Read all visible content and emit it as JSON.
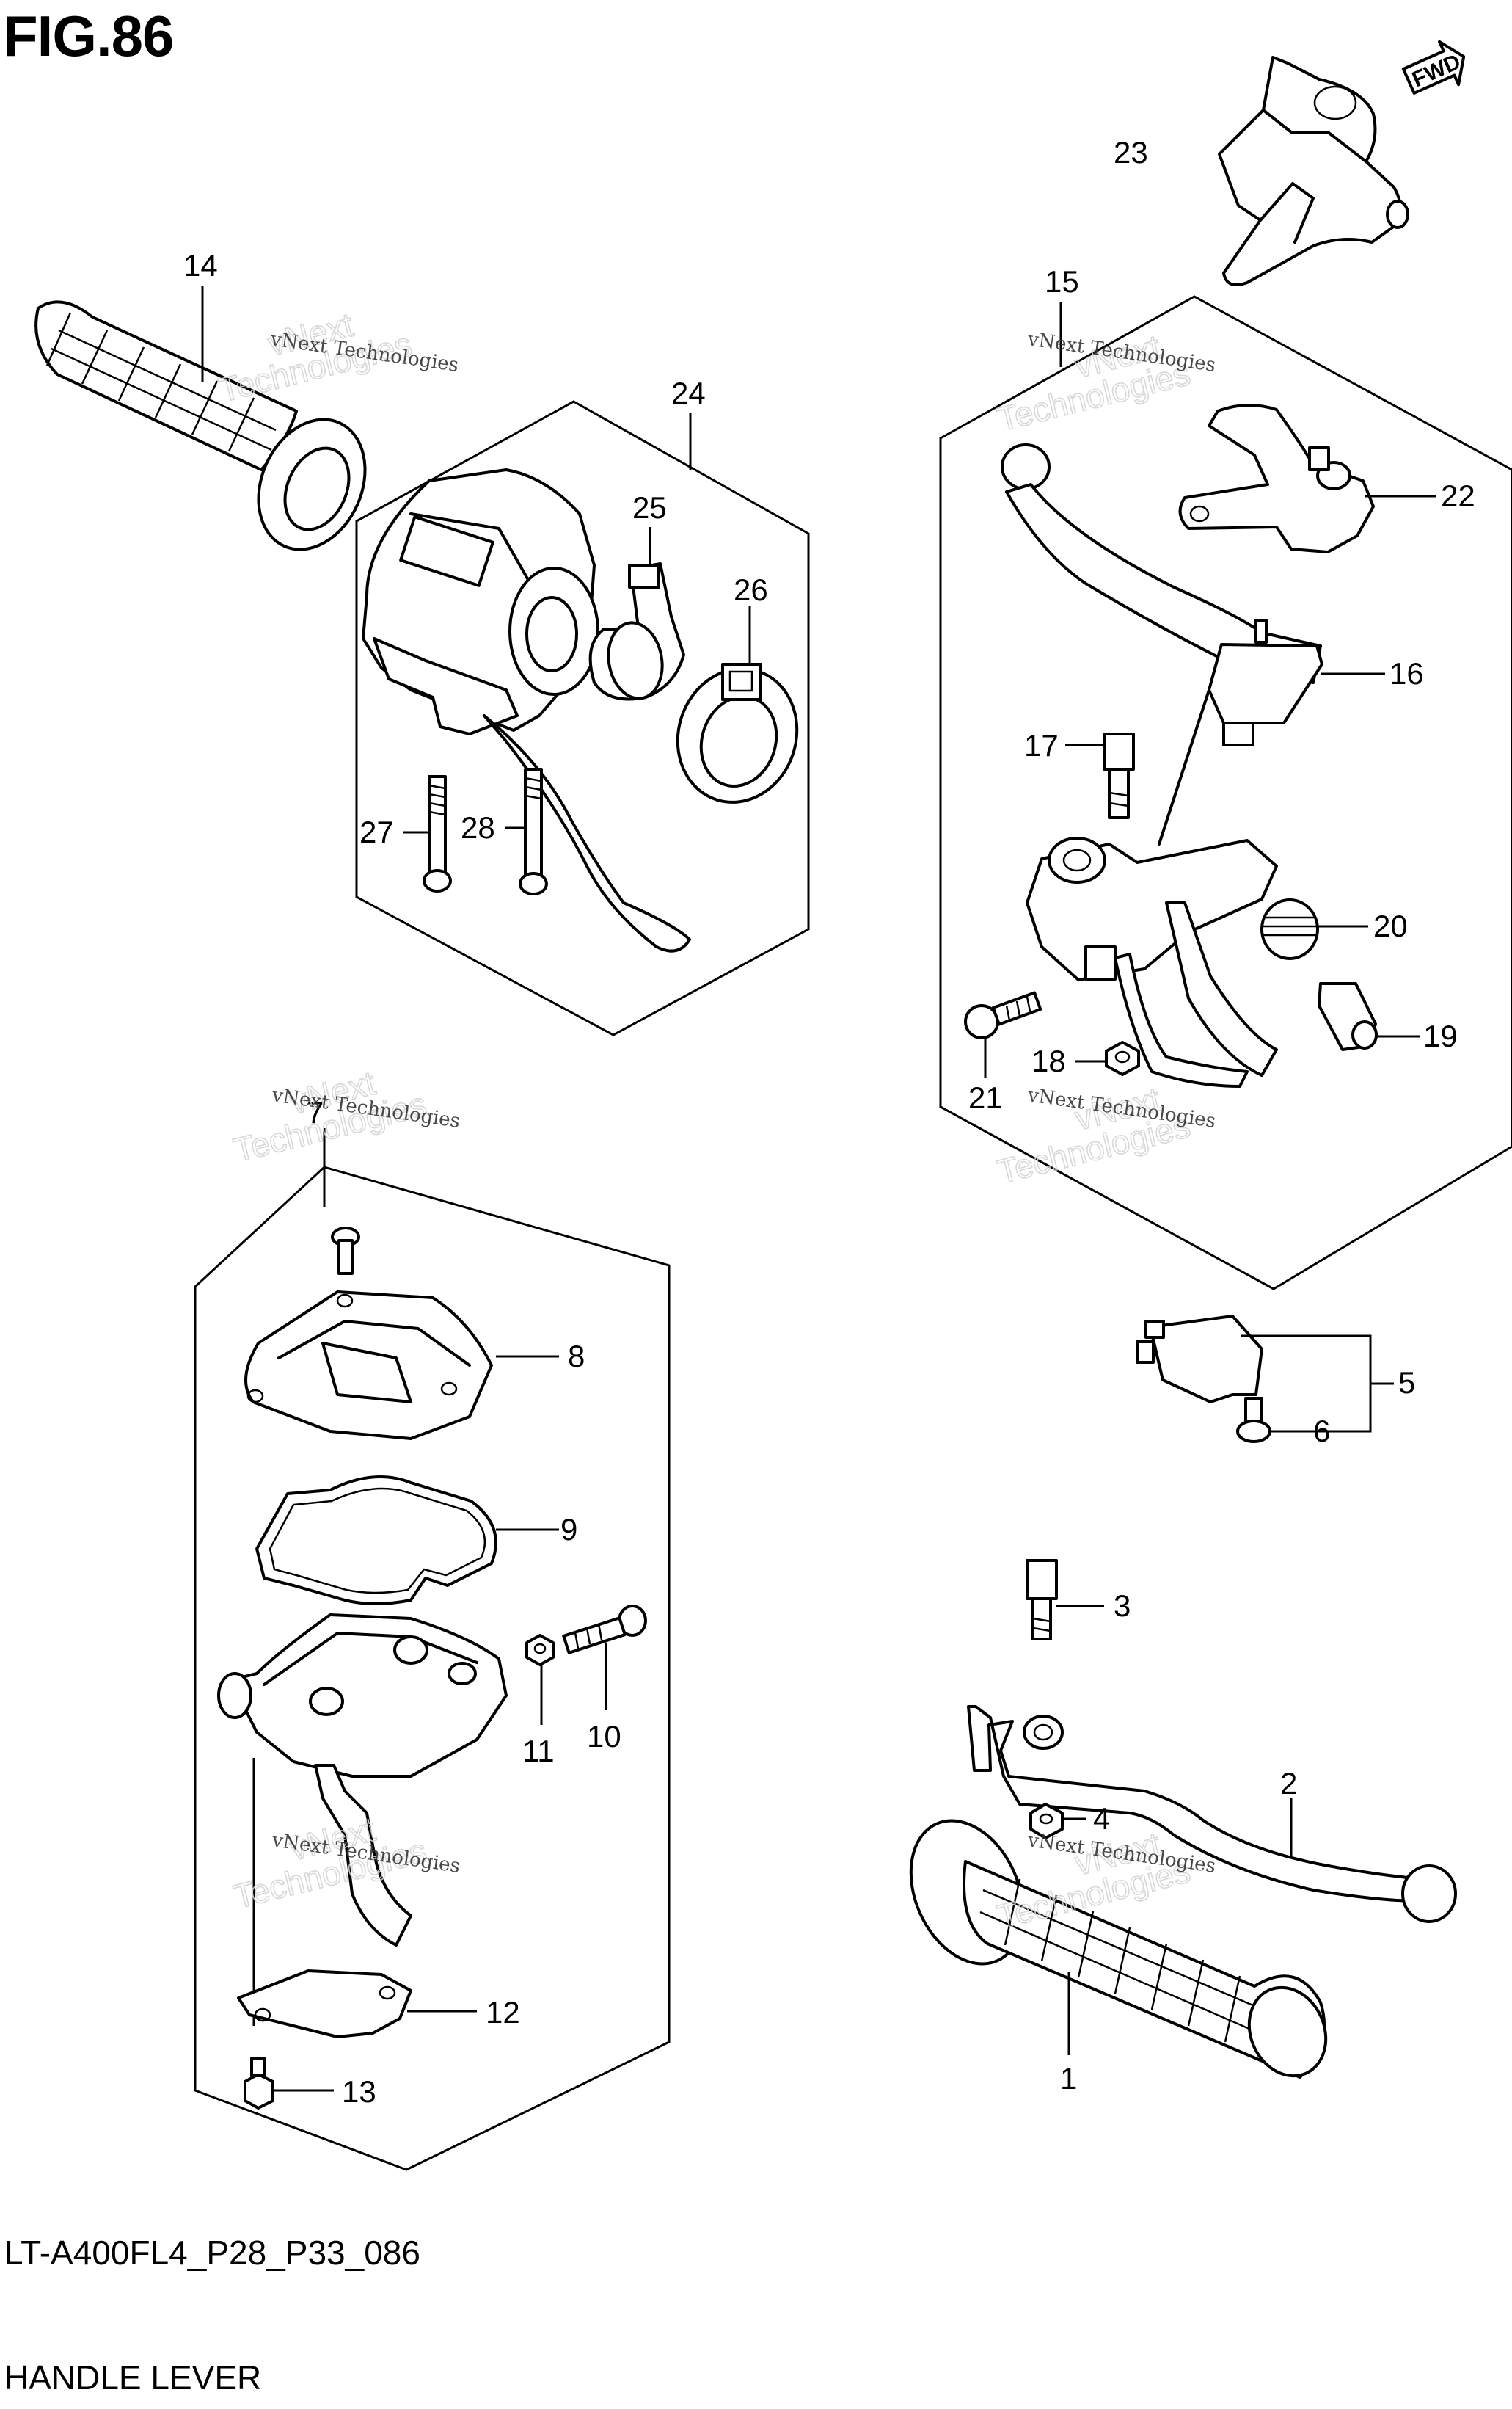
{
  "figure_title": "FIG.86",
  "diagram_code": "LT-A400FL4_P28_P33_086",
  "caption": "HANDLE LEVER",
  "fwd_label": "FWD",
  "watermark": {
    "line1": "vNext Technologies",
    "line2a": "vNext",
    "line2b": "Technologies"
  },
  "callouts": [
    "1",
    "2",
    "3",
    "4",
    "5",
    "6",
    "7",
    "8",
    "9",
    "10",
    "11",
    "12",
    "13",
    "14",
    "15",
    "16",
    "17",
    "18",
    "19",
    "20",
    "21",
    "22",
    "23",
    "24",
    "25",
    "26",
    "27",
    "28"
  ]
}
